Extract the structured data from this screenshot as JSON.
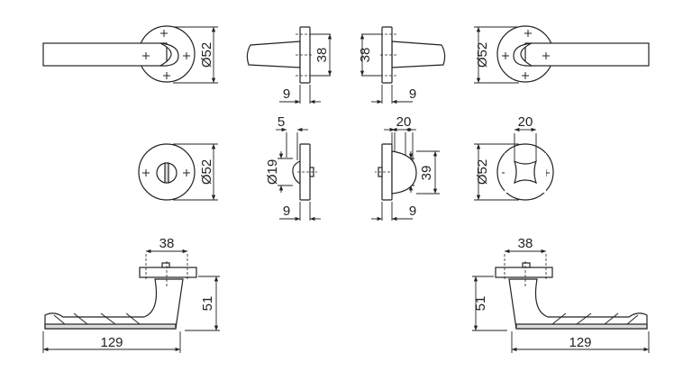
{
  "title": "Door handle set dimension drawing",
  "units": "mm",
  "dimensions": {
    "rosette_diameter": "Ø52",
    "rosette_spacing": "38",
    "rosette_thickness": "9",
    "knob_offset": "5",
    "knob_diameter": "Ø19",
    "turn_width": "20",
    "turn_height": "39",
    "lever_length": "129",
    "lever_height": "51"
  }
}
